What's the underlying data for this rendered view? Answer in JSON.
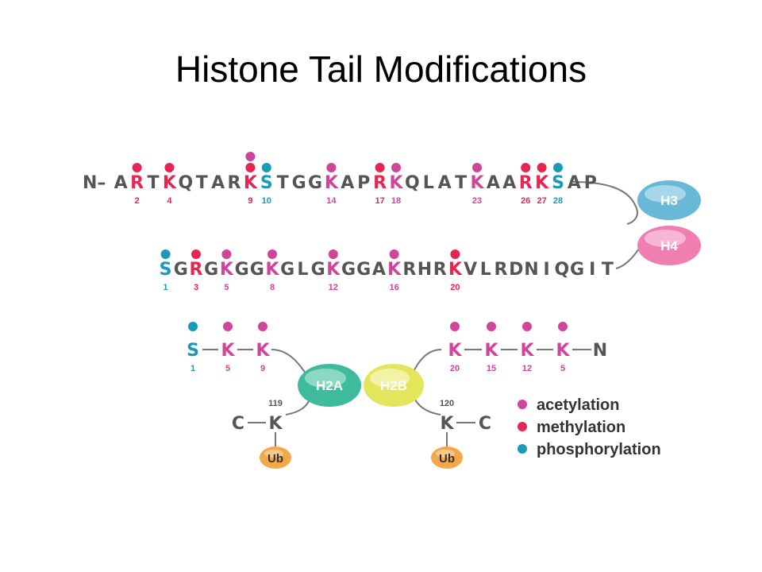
{
  "title": "Histone Tail Modifications",
  "colors": {
    "acetylation": "#d0449a",
    "methylation": "#e52650",
    "phosphorylation": "#1a9ab8",
    "text": "#555555",
    "h3": "#6ab8d8",
    "h4": "#ee7fb0",
    "h2a": "#3dbb9c",
    "h2b": "#e3e55a",
    "ub": "#f2a84a"
  },
  "h3": {
    "label": "H3",
    "prefix": "N–",
    "residues": [
      {
        "aa": "A"
      },
      {
        "aa": "R",
        "num": "2",
        "marks": [
          "methylation"
        ]
      },
      {
        "aa": "T"
      },
      {
        "aa": "K",
        "num": "4",
        "marks": [
          "methylation"
        ]
      },
      {
        "aa": "Q"
      },
      {
        "aa": "T"
      },
      {
        "aa": "A"
      },
      {
        "aa": "R"
      },
      {
        "aa": "K",
        "num": "9",
        "marks": [
          "acetylation",
          "methylation"
        ]
      },
      {
        "aa": "S",
        "num": "10",
        "marks": [
          "phosphorylation"
        ]
      },
      {
        "aa": "T"
      },
      {
        "aa": "G"
      },
      {
        "aa": "G"
      },
      {
        "aa": "K",
        "num": "14",
        "marks": [
          "acetylation"
        ]
      },
      {
        "aa": "A"
      },
      {
        "aa": "P"
      },
      {
        "aa": "R",
        "num": "17",
        "marks": [
          "methylation"
        ]
      },
      {
        "aa": "K",
        "num": "18",
        "marks": [
          "acetylation"
        ]
      },
      {
        "aa": "Q"
      },
      {
        "aa": "L"
      },
      {
        "aa": "A"
      },
      {
        "aa": "T"
      },
      {
        "aa": "K",
        "num": "23",
        "marks": [
          "acetylation"
        ]
      },
      {
        "aa": "A"
      },
      {
        "aa": "A"
      },
      {
        "aa": "R",
        "num": "26",
        "marks": [
          "methylation"
        ]
      },
      {
        "aa": "K",
        "num": "27",
        "marks": [
          "methylation"
        ]
      },
      {
        "aa": "S",
        "num": "28",
        "marks": [
          "phosphorylation"
        ]
      },
      {
        "aa": "A"
      },
      {
        "aa": "P"
      }
    ]
  },
  "h4": {
    "label": "H4",
    "residues": [
      {
        "aa": "S",
        "num": "1",
        "marks": [
          "phosphorylation"
        ]
      },
      {
        "aa": "G"
      },
      {
        "aa": "R",
        "num": "3",
        "marks": [
          "methylation"
        ]
      },
      {
        "aa": "G"
      },
      {
        "aa": "K",
        "num": "5",
        "marks": [
          "acetylation"
        ]
      },
      {
        "aa": "G"
      },
      {
        "aa": "G"
      },
      {
        "aa": "K",
        "num": "8",
        "marks": [
          "acetylation"
        ]
      },
      {
        "aa": "G"
      },
      {
        "aa": "L"
      },
      {
        "aa": "G"
      },
      {
        "aa": "K",
        "num": "12",
        "marks": [
          "acetylation"
        ]
      },
      {
        "aa": "G"
      },
      {
        "aa": "G"
      },
      {
        "aa": "A"
      },
      {
        "aa": "K",
        "num": "16",
        "marks": [
          "acetylation"
        ]
      },
      {
        "aa": "R"
      },
      {
        "aa": "H"
      },
      {
        "aa": "R"
      },
      {
        "aa": "K",
        "num": "20",
        "marks": [
          "methylation"
        ]
      },
      {
        "aa": "V"
      },
      {
        "aa": "L"
      },
      {
        "aa": "R"
      },
      {
        "aa": "D"
      },
      {
        "aa": "N"
      },
      {
        "aa": "I"
      },
      {
        "aa": "Q"
      },
      {
        "aa": "G"
      },
      {
        "aa": "I"
      },
      {
        "aa": "T"
      }
    ]
  },
  "h2a": {
    "label": "H2A",
    "residues": [
      {
        "aa": "S",
        "num": "1",
        "mark": "phosphorylation"
      },
      {
        "aa": "K",
        "num": "5",
        "mark": "acetylation"
      },
      {
        "aa": "K",
        "num": "9",
        "mark": "acetylation"
      }
    ],
    "ub_site": {
      "aa": "K",
      "num": "119",
      "terminal": "C",
      "ub": "Ub"
    }
  },
  "h2b": {
    "label": "H2B",
    "residues": [
      {
        "aa": "K",
        "num": "20",
        "mark": "acetylation"
      },
      {
        "aa": "K",
        "num": "15",
        "mark": "acetylation"
      },
      {
        "aa": "K",
        "num": "12",
        "mark": "acetylation"
      },
      {
        "aa": "K",
        "num": "5",
        "mark": "acetylation"
      }
    ],
    "terminal": "N",
    "ub_site": {
      "aa": "K",
      "num": "120",
      "terminal": "C",
      "ub": "Ub"
    }
  },
  "legend": [
    {
      "key": "acetylation",
      "label": "acetylation"
    },
    {
      "key": "methylation",
      "label": "methylation"
    },
    {
      "key": "phosphorylation",
      "label": "phosphorylation"
    }
  ]
}
